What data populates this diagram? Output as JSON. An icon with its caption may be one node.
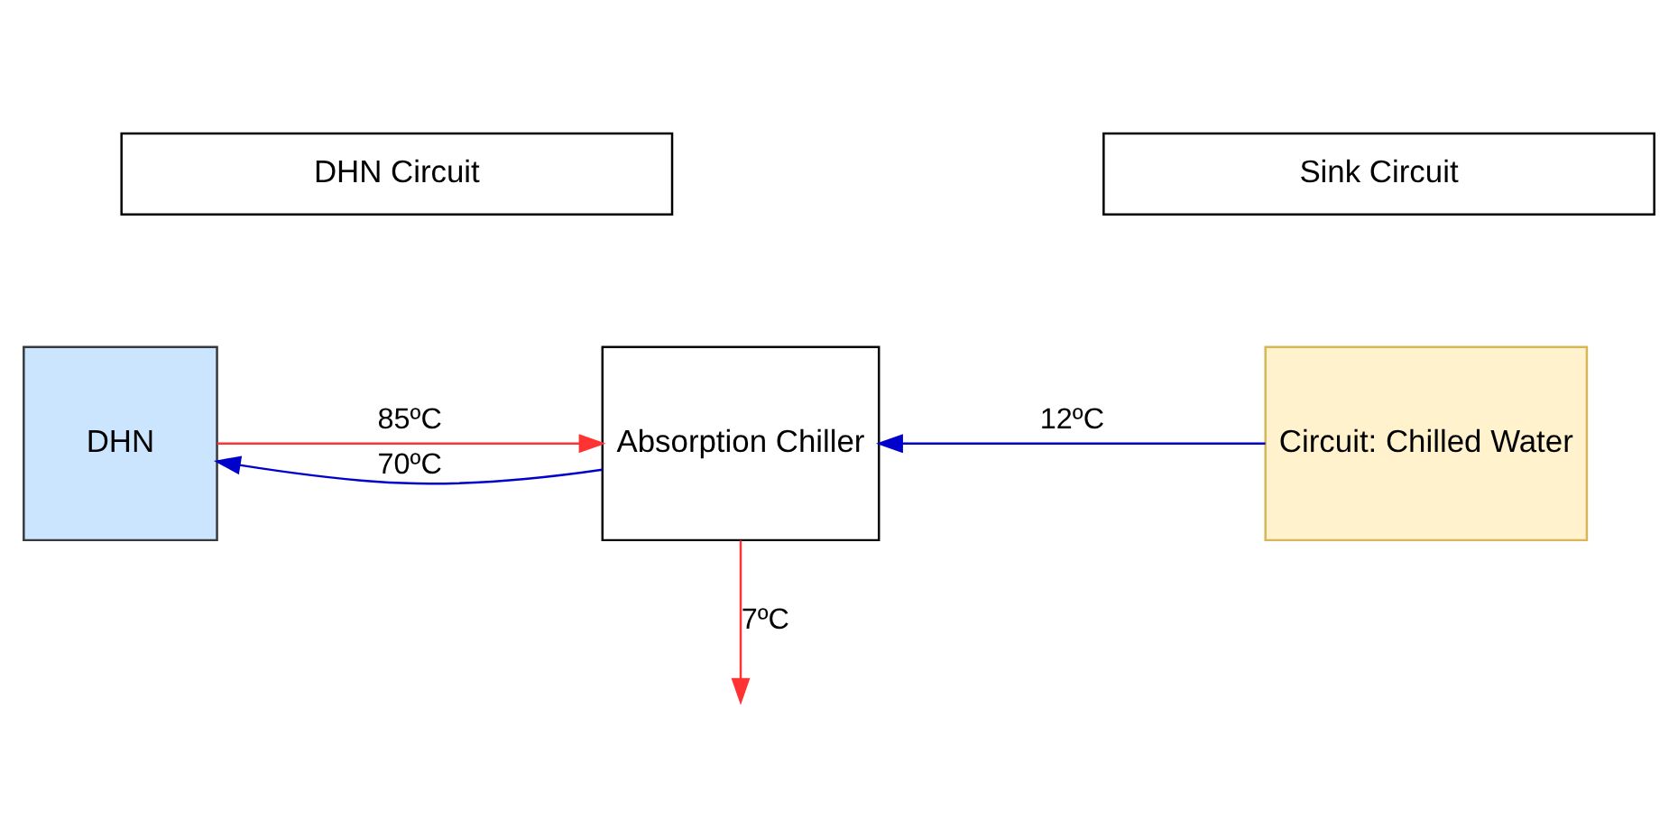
{
  "diagram": {
    "nodes": [
      {
        "text": [
          "DHN Circuit"
        ]
      },
      {
        "text": [
          "Sink Circuit"
        ]
      },
      {
        "text": [
          "DHN"
        ]
      },
      {
        "text": [
          "Absorption Chiller"
        ]
      },
      {
        "text": [
          "Circuit: Chilled Water"
        ]
      }
    ],
    "edges": [
      {
        "from": 2,
        "to": 3,
        "arrow": "to",
        "label": "85ºC",
        "color": "#ff3333"
      },
      {
        "from": 3,
        "to": null,
        "arrow": "to",
        "label": "7ºC",
        "color": "#ff3333"
      },
      {
        "from": 3,
        "to": 2,
        "arrow": "to",
        "label": "70ºC",
        "color": "#0000cc"
      },
      {
        "from": 4,
        "to": 3,
        "arrow": "to",
        "label": "12ºC",
        "color": "#0000cc"
      }
    ]
  }
}
